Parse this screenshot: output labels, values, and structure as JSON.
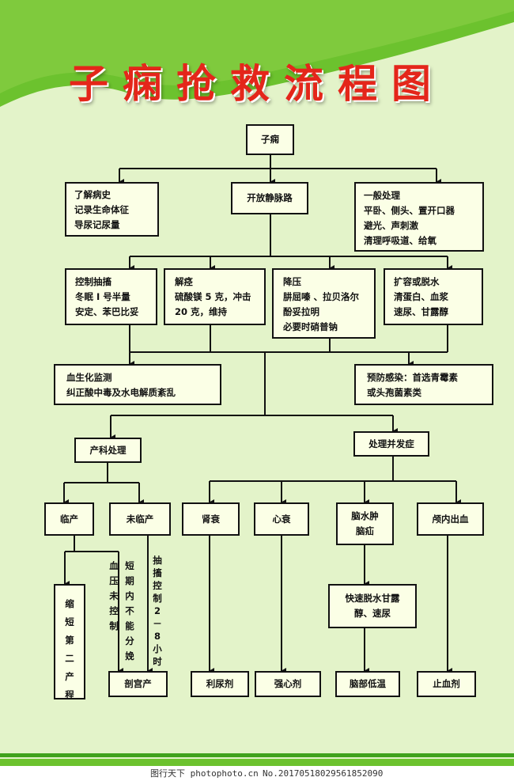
{
  "title": "子痫抢救流程图",
  "colors": {
    "title": "#e4261a",
    "background": "#e3f3c9",
    "wave": "#6cc22e",
    "box_fill": "#fbffe6",
    "line": "#111111"
  },
  "nodes": {
    "root": "子痫",
    "history": [
      "了解病史",
      "记录生命体征",
      "导尿记尿量"
    ],
    "iv": "开放静脉路",
    "general": [
      "一般处理",
      "平卧、侧头、置开口器",
      "避光、声刺激",
      "清理呼吸道、给氧"
    ],
    "seizure": [
      "控制抽搐",
      "冬眠 I 号半量",
      "安定、苯巴比妥"
    ],
    "spasm": [
      "解痉",
      "硫酸镁 5 克，冲击",
      "20 克，维持"
    ],
    "bp": [
      "降压",
      "肼屈嗪 、拉贝洛尔",
      "酚妥拉明",
      "必要时硝普钠"
    ],
    "volume": [
      "扩容或脱水",
      "清蛋白、血浆",
      "速尿、甘露醇"
    ],
    "monitor": [
      "血生化监测",
      "纠正酸中毒及水电解质紊乱"
    ],
    "infection": [
      "预防感染：首选青霉素",
      "或头孢菌素类"
    ],
    "obstetric": "产科处理",
    "complication": "处理并发症",
    "labor": "临产",
    "not_labor": "未临产",
    "renal": "肾衰",
    "heart": "心衰",
    "brain": [
      "脑水肿",
      "脑疝"
    ],
    "ich": "颅内出血",
    "shorten": "缩短第二产程",
    "bp_uncontrolled": "血压未控制",
    "no_delivery": "短期内不能分娩",
    "seizure_time": "抽搐控制2－8小时",
    "dehydrate": [
      "快速脱水甘露",
      "醇、速尿"
    ],
    "csection": "剖宫产",
    "diuretic": "利尿剂",
    "cardiac": "强心剂",
    "cooling": "脑部低温",
    "hemostatic": "止血剂"
  },
  "footer": {
    "site": "图行天下 photophoto.cn",
    "id": "No.20170518029561852090"
  }
}
